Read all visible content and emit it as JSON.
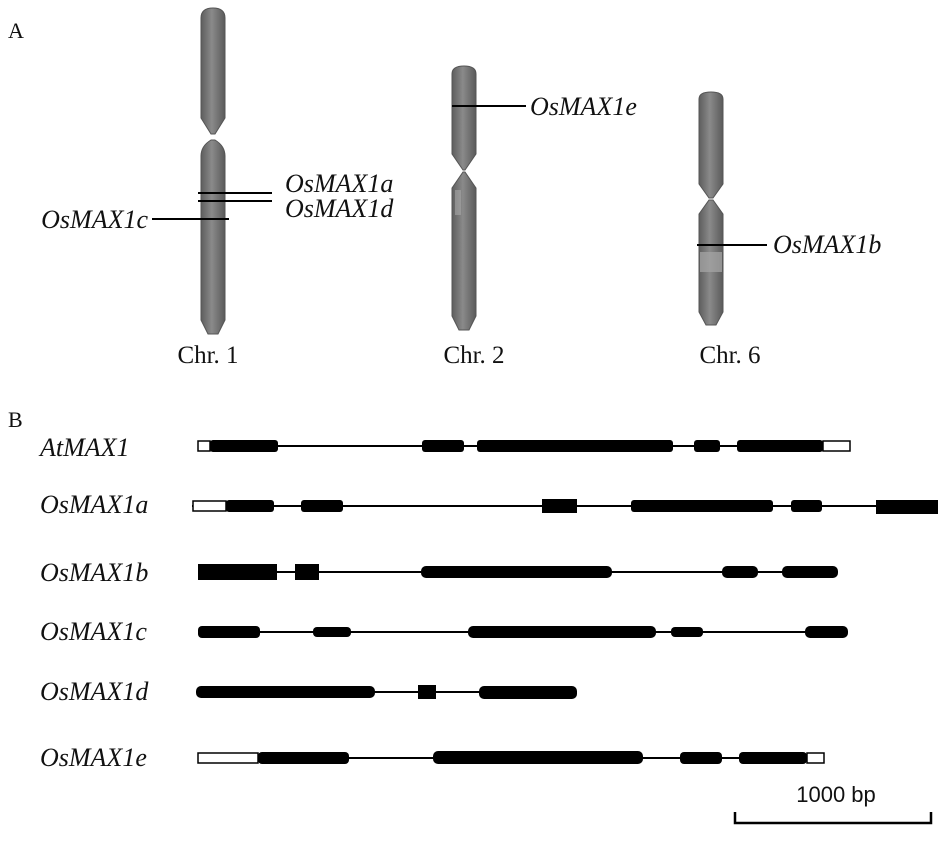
{
  "panels": {
    "a": "A",
    "b": "B"
  },
  "chromosomes": [
    {
      "id": "chr1",
      "label": "Chr. 1",
      "genes": [
        "OsMAX1a",
        "OsMAX1d",
        "OsMAX1c"
      ]
    },
    {
      "id": "chr2",
      "label": "Chr. 2",
      "genes": [
        "OsMAX1e"
      ]
    },
    {
      "id": "chr6",
      "label": "Chr. 6",
      "genes": [
        "OsMAX1b"
      ]
    }
  ],
  "gene_labels": {
    "max1a": "OsMAX1a",
    "max1d": "OsMAX1d",
    "max1c": "OsMAX1c",
    "max1e": "OsMAX1e",
    "max1b": "OsMAX1b"
  },
  "gene_structures": [
    {
      "name": "AtMAX1"
    },
    {
      "name": "OsMAX1a"
    },
    {
      "name": "OsMAX1b"
    },
    {
      "name": "OsMAX1c"
    },
    {
      "name": "OsMAX1d"
    },
    {
      "name": "OsMAX1e"
    }
  ],
  "scale_bar": {
    "label": "1000 bp"
  },
  "colors": {
    "chromosome": "#7d7d7d",
    "exon": "#000000",
    "utr": "#ffffff",
    "intron": "#000000"
  }
}
